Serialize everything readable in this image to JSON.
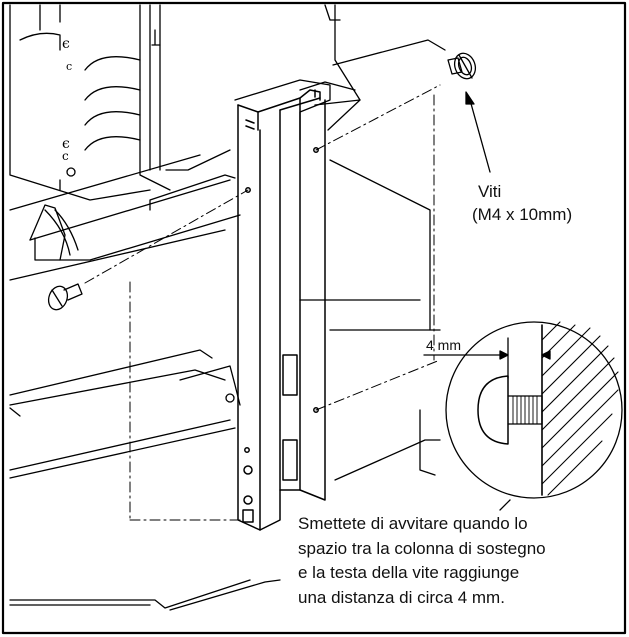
{
  "callouts": {
    "screws": {
      "line1": "Viti",
      "line2": "(M4 x 10mm)"
    },
    "gap": "4 mm"
  },
  "note": {
    "lines": [
      "Smettete di avvitare quando lo",
      "spazio tra la colonna di sostegno",
      "e la testa della vite raggiunge",
      "una distanza di circa 4 mm."
    ]
  },
  "colors": {
    "line": "#000000",
    "background": "#ffffff"
  }
}
